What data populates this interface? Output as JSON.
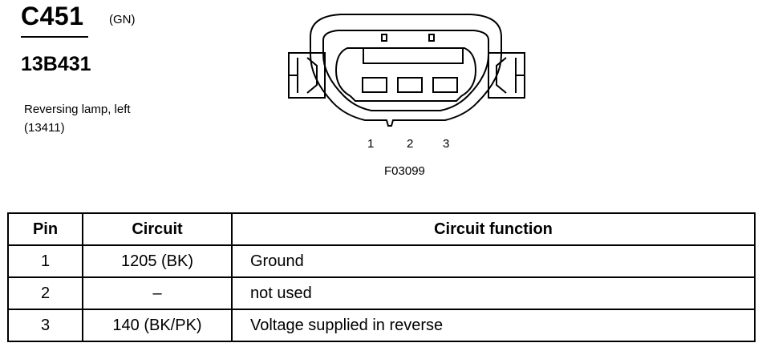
{
  "connector": {
    "id": "C451",
    "color_code": "(GN)",
    "part_number": "13B431",
    "description_line1": "Reversing lamp, left",
    "description_line2": "(13411)"
  },
  "diagram": {
    "pin_labels": [
      "1",
      "2",
      "3"
    ],
    "figure_code": "F03099"
  },
  "table": {
    "headers": {
      "pin": "Pin",
      "circuit": "Circuit",
      "function": "Circuit function"
    },
    "rows": [
      {
        "pin": "1",
        "circuit": "1205 (BK)",
        "function": "Ground"
      },
      {
        "pin": "2",
        "circuit": "–",
        "function": "not used"
      },
      {
        "pin": "3",
        "circuit": "140 (BK/PK)",
        "function": "Voltage supplied in reverse"
      }
    ]
  }
}
